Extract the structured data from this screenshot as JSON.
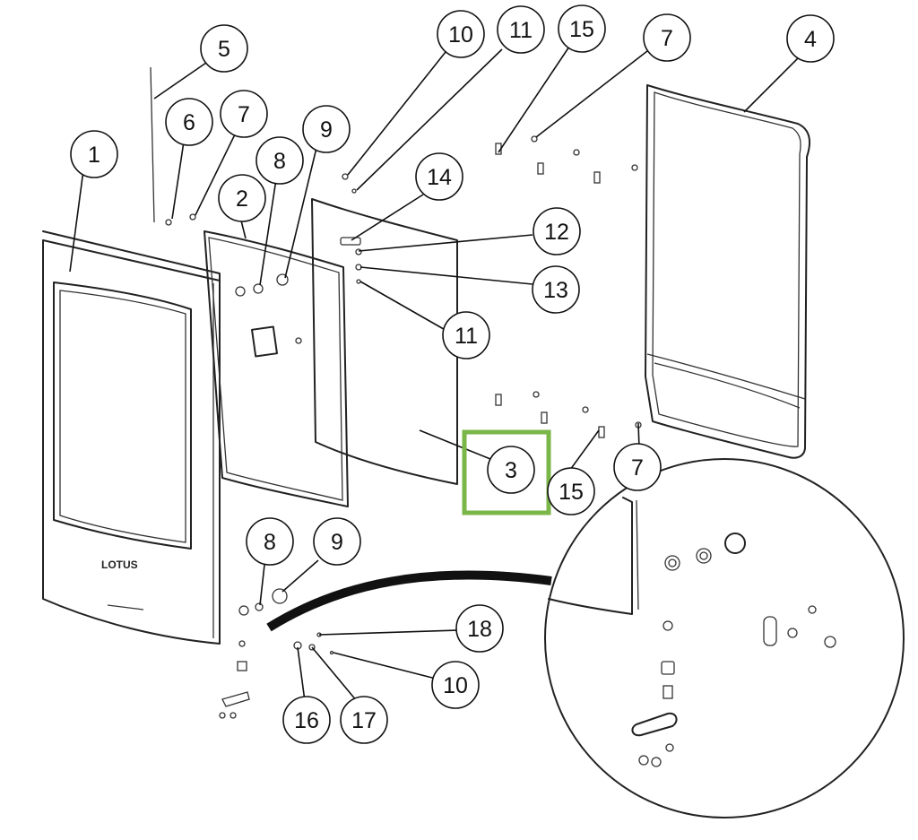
{
  "diagram": {
    "brand_text": "LOTUS",
    "highlight_color": "#7ab648",
    "callouts": [
      {
        "label": "1"
      },
      {
        "label": "2"
      },
      {
        "label": "3"
      },
      {
        "label": "4"
      },
      {
        "label": "5"
      },
      {
        "label": "6"
      },
      {
        "label": "7"
      },
      {
        "label": "8"
      },
      {
        "label": "9"
      },
      {
        "label": "10"
      },
      {
        "label": "11"
      },
      {
        "label": "15"
      },
      {
        "label": "7"
      },
      {
        "label": "14"
      },
      {
        "label": "12"
      },
      {
        "label": "13"
      },
      {
        "label": "11"
      },
      {
        "label": "15"
      },
      {
        "label": "7"
      },
      {
        "label": "8"
      },
      {
        "label": "9"
      },
      {
        "label": "18"
      },
      {
        "label": "10"
      },
      {
        "label": "16"
      },
      {
        "label": "17"
      }
    ],
    "highlighted_callout": "3"
  }
}
